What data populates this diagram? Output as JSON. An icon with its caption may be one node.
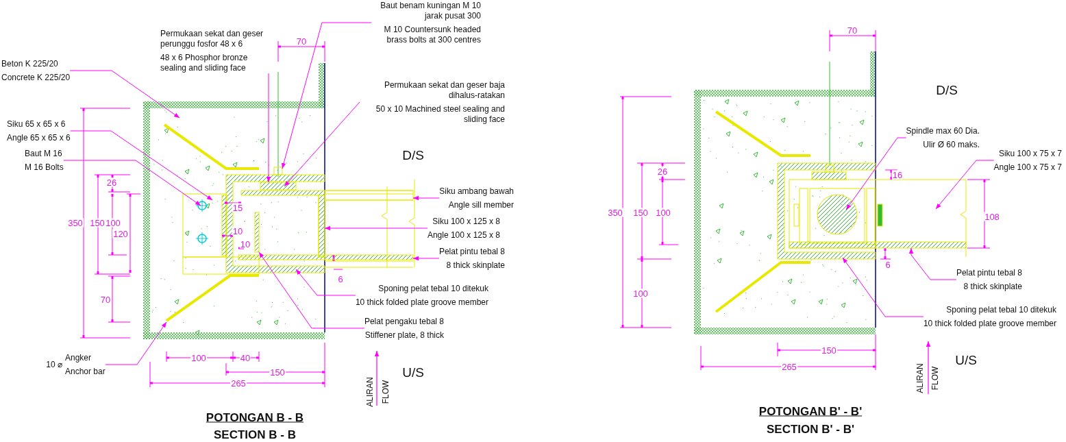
{
  "diagram": {
    "nodes": [
      {
        "text": [
          "Beton K 225/20",
          "Concrete K 225/20"
        ]
      },
      {
        "text": [
          "Permukaan sekat dan geser perunggu fosfor 48 x 6",
          "48 x 6 Phosphor bronze sealing and sliding face"
        ]
      },
      {
        "text": [
          "Baut benam kuningan M 10 jarak pusat 300",
          "M 10 Countersunk headed brass bolts at 300 centres"
        ]
      },
      {
        "text": [
          "Permukaan sekat dan geser baja dihalus-ratakan",
          "50 x 10 Machined steel sealing and sliding face"
        ]
      },
      {
        "text": [
          "Siku 65 x 65 x 6",
          "Angle 65 x 65 x 6"
        ]
      },
      {
        "text": [
          "Baut M 16",
          "M 16 Bolts"
        ]
      },
      {
        "text": [
          "Siku ambang bawah",
          "Angle sill member"
        ]
      },
      {
        "text": [
          "Siku 100 x 125 x 8",
          "Angle 100 x 125 x 8"
        ]
      },
      {
        "text": [
          "Pelat pintu tebal 8",
          "8 thick skinplate"
        ]
      },
      {
        "text": [
          "Sponing pelat tebal 10 ditekuk",
          "10 thick folded plate groove member"
        ]
      },
      {
        "text": [
          "Pelat pengaku tebal 8",
          "Stiffener plate, 8 thick"
        ]
      },
      {
        "text": [
          "Angker",
          "Anchor bar"
        ],
        "beside": [
          "10 ⌀"
        ]
      },
      {
        "text": [
          "Spindle max 60 Dia.",
          "Ulir Ø 60 maks."
        ]
      },
      {
        "text": [
          "Siku 100 x 75 x 7",
          "Angle 100 x 75 x 7"
        ]
      },
      {
        "text": [
          "Pelat pintu tebal 8",
          "8 thick skinplate"
        ]
      },
      {
        "text": [
          "Sponing pelat tebal 10 ditekuk",
          "10 thick folded plate groove member"
        ]
      },
      {
        "text": [],
        "shape": "box"
      },
      {
        "text": [],
        "shape": "bar"
      },
      {
        "text": [],
        "shape": "bar"
      },
      {
        "text": [],
        "shape": "bar"
      },
      {
        "text": [],
        "shape": "bar"
      }
    ],
    "edges": [
      {
        "from": 0,
        "to": null,
        "arrow": "to"
      },
      {
        "from": 1,
        "to": null,
        "arrow": "to"
      },
      {
        "from": 2,
        "to": null,
        "arrow": "to"
      },
      {
        "from": 3,
        "to": null,
        "arrow": "to"
      },
      {
        "from": 4,
        "to": null,
        "arrow": "to"
      },
      {
        "from": 5,
        "to": null,
        "arrow": "to"
      },
      {
        "from": 6,
        "to": 16,
        "arrow": "to"
      },
      {
        "from": 7,
        "to": 20,
        "arrow": "to"
      },
      {
        "from": 8,
        "to": 17,
        "arrow": "to"
      },
      {
        "from": 9,
        "to": null,
        "arrow": "to"
      },
      {
        "from": 10,
        "to": 18,
        "arrow": "to"
      },
      {
        "from": 11,
        "to": null,
        "arrow": "to"
      },
      {
        "from": 12,
        "to": null,
        "arrow": "to"
      },
      {
        "from": 13,
        "to": null,
        "arrow": "to"
      },
      {
        "from": 14,
        "to": 19,
        "arrow": "to"
      },
      {
        "from": 15,
        "to": null,
        "arrow": "to"
      }
    ],
    "labels": [
      "70",
      "D/S",
      "26",
      "350",
      "150",
      "100",
      "120",
      "15",
      "10",
      "10",
      "6",
      "70",
      "100",
      "40",
      "U/S",
      "150",
      "265",
      "ALIRAN",
      "FLOW",
      "POTONGAN B - B",
      "SECTION B - B",
      "70",
      "D/S",
      "26",
      "16",
      "350",
      "150",
      "100",
      "108",
      "6",
      "100",
      "150",
      "U/S",
      "265",
      "ALIRAN",
      "FLOW",
      "POTONGAN B' - B'",
      "SECTION B' - B'"
    ]
  }
}
